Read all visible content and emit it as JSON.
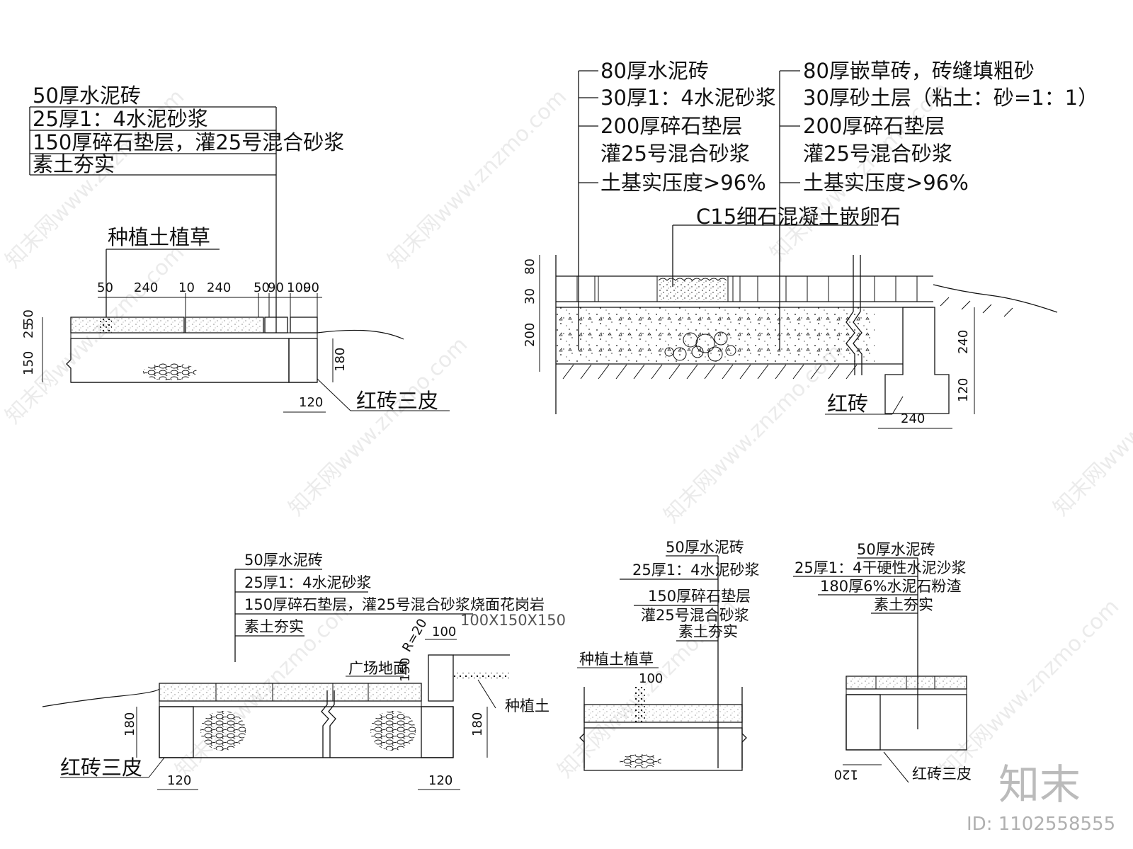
{
  "d1": {
    "layers": [
      "50厚水泥砖",
      "25厚1：4水泥砂浆",
      "150厚碎石垫层，灌25号混合砂浆",
      "素土夯实"
    ],
    "plant": "种植土植草",
    "dims_top": [
      "50",
      "240",
      "10",
      "240",
      "50",
      "90",
      "100",
      "90"
    ],
    "dims_left": [
      "50",
      "25",
      "150"
    ],
    "dim_right": "180",
    "dim_bottom": "120",
    "brick": "红砖三皮"
  },
  "d2": {
    "layersA": [
      "80厚水泥砖",
      "30厚1：4水泥砂浆",
      "200厚碎石垫层",
      "灌25号混合砂浆",
      "土基实压度>96%"
    ],
    "layersB": [
      "80厚嵌草砖，砖缝填粗砂",
      "30厚砂土层（粘土：砂=1：1）",
      "200厚碎石垫层",
      "灌25号混合砂浆",
      "土基实压度>96%"
    ],
    "c15": "C15细石混凝土嵌卵石",
    "dims_left": [
      "80",
      "30",
      "200"
    ],
    "dims_right": [
      "240",
      "120"
    ],
    "dim_bottom": "240",
    "brick": "红砖"
  },
  "d3": {
    "layers": [
      "50厚水泥砖",
      "25厚1：4水泥砂浆",
      "150厚碎石垫层，灌25号混合砂浆",
      "素土夯实"
    ],
    "granite": "烧面花岗岩",
    "granite_size": "100X150X150",
    "square": "广场地面",
    "plant_soil": "种植土",
    "radius": "R=20",
    "dims": [
      "100",
      "150",
      "180",
      "180",
      "120",
      "120"
    ],
    "brick": "红砖三皮"
  },
  "d4": {
    "layers": [
      "50厚水泥砖",
      "25厚1：4水泥砂浆",
      "150厚碎石垫层",
      "灌25号混合砂浆",
      "素土夯实"
    ],
    "plant": "种植土植草",
    "dim": "100"
  },
  "d5": {
    "layers": [
      "50厚水泥砖",
      "25厚1：4干硬性水泥沙浆",
      "180厚6%水泥石粉渣",
      "素土夯实"
    ],
    "dim": "120",
    "brick": "红砖三皮"
  },
  "watermark": {
    "text": "知末网www.znzmo.com",
    "brand": "知末",
    "id": "ID: 1102558555"
  }
}
